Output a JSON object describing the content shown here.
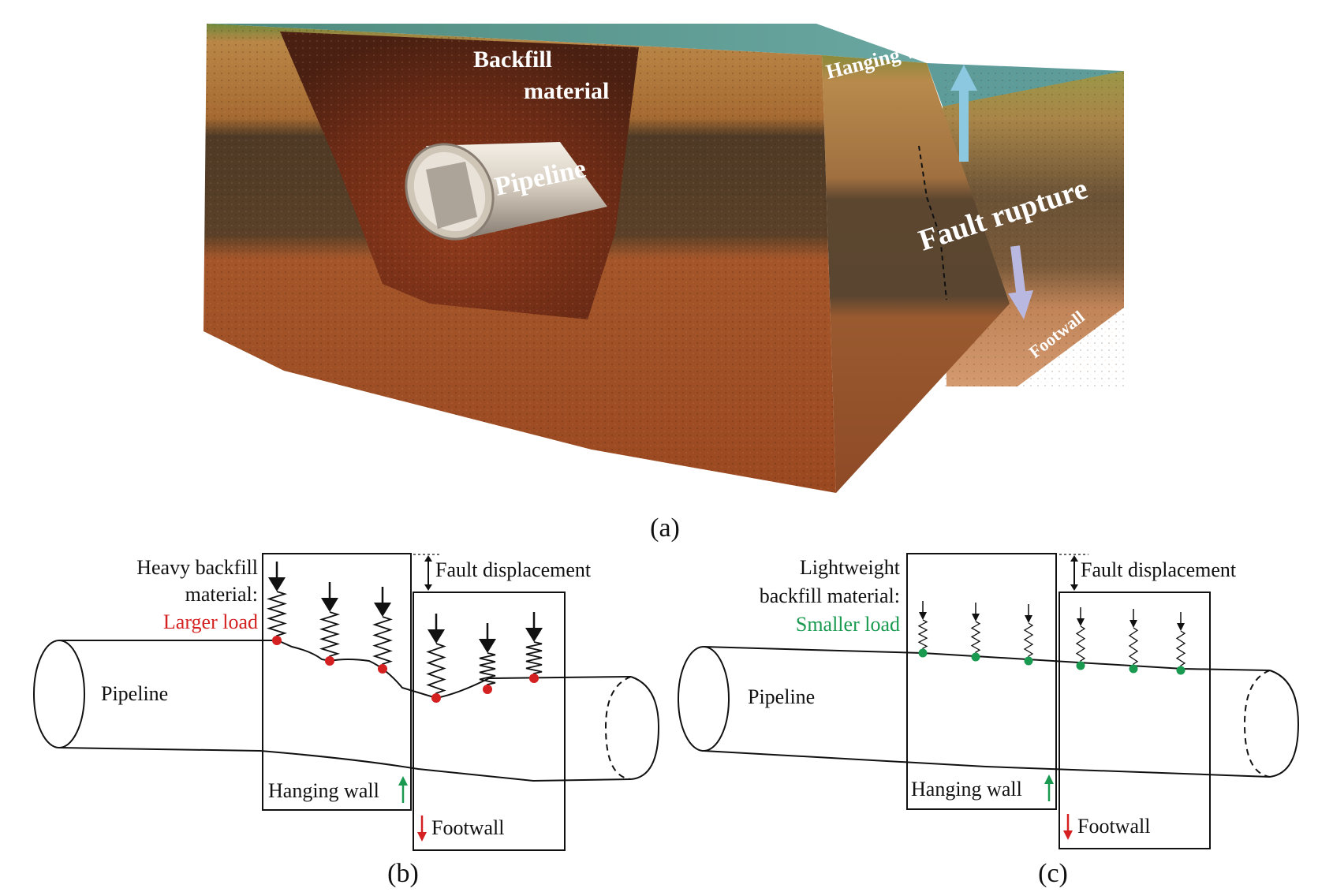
{
  "panel_a": {
    "caption": "(a)",
    "labels": {
      "backfill_line1": "Backfill",
      "backfill_line2": "material",
      "pipeline": "Pipeline",
      "hanging_wall": "Hanging wall",
      "fault_rupture": "Fault rupture",
      "footwall": "Footwall"
    }
  },
  "panel_b": {
    "caption": "(b)",
    "material_line1": "Heavy backfill",
    "material_line2": "material:",
    "load": "Larger load",
    "fault_displacement": "Fault displacement",
    "pipeline": "Pipeline",
    "hanging_wall": "Hanging wall",
    "footwall": "Footwall"
  },
  "panel_c": {
    "caption": "(c)",
    "material_line1": "Lightweight",
    "material_line2": "backfill material:",
    "load": "Smaller load",
    "fault_displacement": "Fault displacement",
    "pipeline": "Pipeline",
    "hanging_wall": "Hanging wall",
    "footwall": "Footwall"
  },
  "colors": {
    "large_load": "#d42020",
    "small_load": "#1a9a50",
    "up_arrow": "#1a9a50",
    "down_arrow": "#d42020",
    "hanging_wall_arrow": "#8cc8e0",
    "footwall_arrow": "#b8b8e0"
  }
}
